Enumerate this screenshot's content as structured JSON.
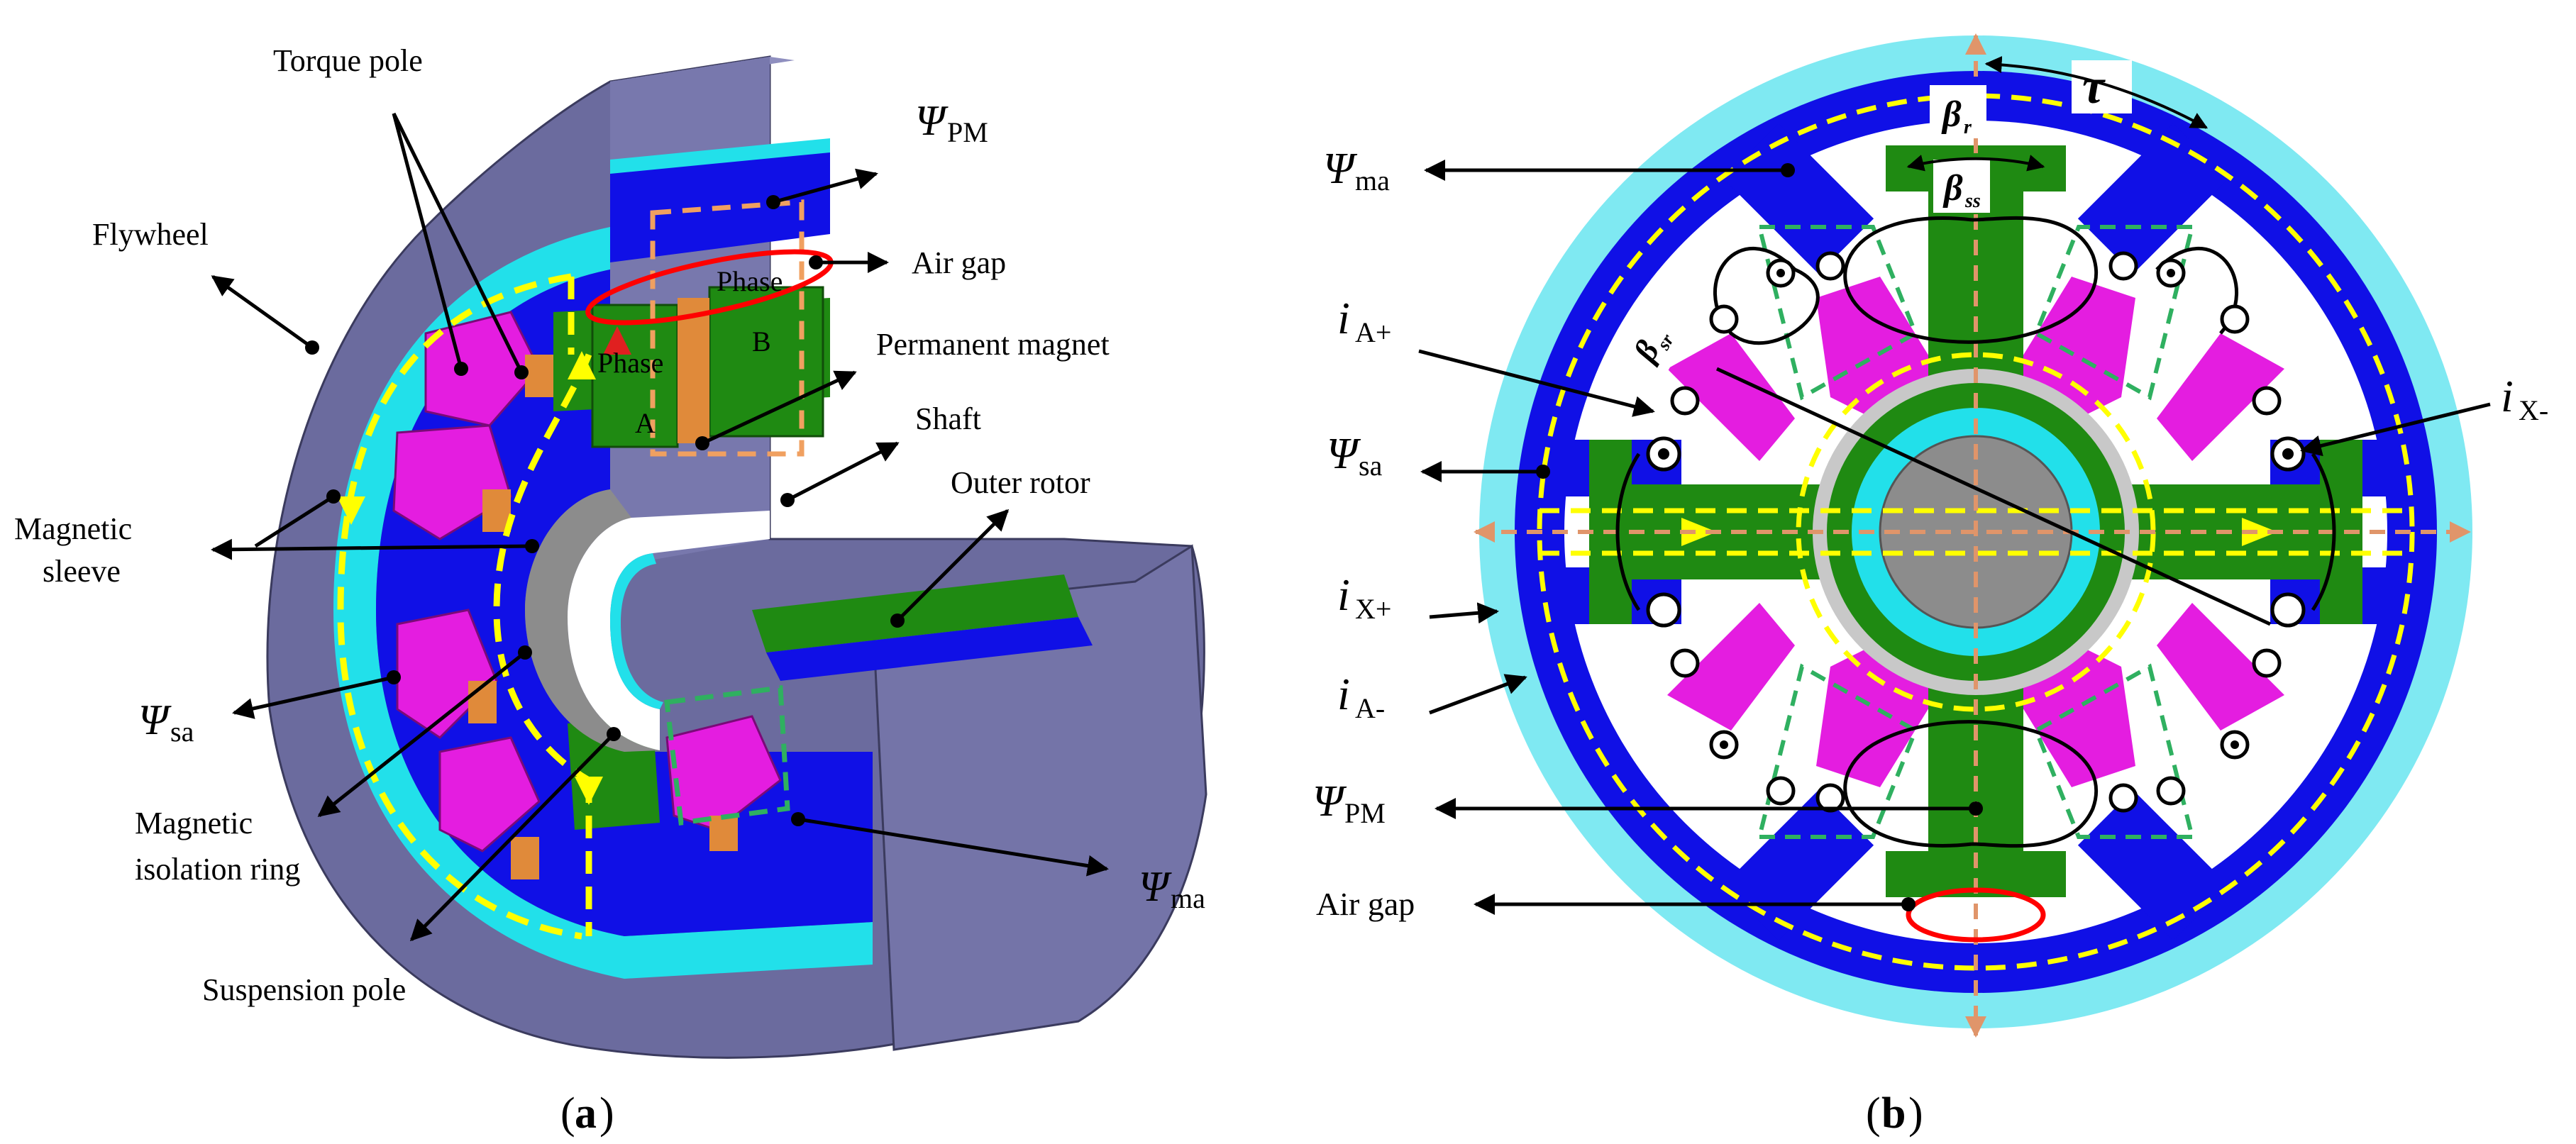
{
  "panel_a": {
    "caption_letter": "a",
    "labels": {
      "torque_pole": "Torque pole",
      "flywheel": "Flywheel",
      "psi_pm_sym": "Ψ",
      "psi_pm_sub": "PM",
      "air_gap": "Air gap",
      "permanent_magnet": "Permanent magnet",
      "shaft": "Shaft",
      "outer_rotor": "Outer rotor",
      "magnetic_sleeve_line1": "Magnetic",
      "magnetic_sleeve_line2": "sleeve",
      "psi_sa_sym": "Ψ",
      "psi_sa_sub": "sa",
      "magnetic_isolation_line1": "Magnetic",
      "magnetic_isolation_line2": "isolation ring",
      "suspension_pole": "Suspension pole",
      "psi_ma_sym": "Ψ",
      "psi_ma_sub": "ma",
      "phase_a_line1": "Phase",
      "phase_a_line2": "A",
      "phase_b_line1": "Phase",
      "phase_b_line2": "B"
    }
  },
  "panel_b": {
    "caption_letter": "b",
    "labels": {
      "psi_ma_sym": "Ψ",
      "psi_ma_sub": "ma",
      "i_a_plus_sym": "i",
      "i_a_plus_sub": "A+",
      "psi_sa_sym": "Ψ",
      "psi_sa_sub": "sa",
      "i_x_plus_sym": "i",
      "i_x_plus_sub": "X+",
      "i_a_minus_sym": "i",
      "i_a_minus_sub": "A-",
      "psi_pm_sym": "Ψ",
      "psi_pm_sub": "PM",
      "air_gap": "Air gap",
      "i_x_minus_sym": "i",
      "i_x_minus_sub": "X-",
      "tau": "τ",
      "beta_r_sym": "β",
      "beta_r_sub": "r",
      "beta_ss_sym": "β",
      "beta_ss_sub": "ss",
      "beta_sr_sym": "β",
      "beta_sr_sub": "sr"
    }
  },
  "colors": {
    "flywheel": "#6b6b9e",
    "flywheel_dark": "#4f4f7c",
    "outer_ring": "#7fe9f2",
    "cyan": "#22e0ea",
    "blue": "#1010e6",
    "green": "#1f8a12",
    "magenta": "#e41de0",
    "orange": "#e08a3a",
    "yellow": "#ffff00",
    "grey": "#8c8c8c",
    "red": "#ff0000"
  }
}
